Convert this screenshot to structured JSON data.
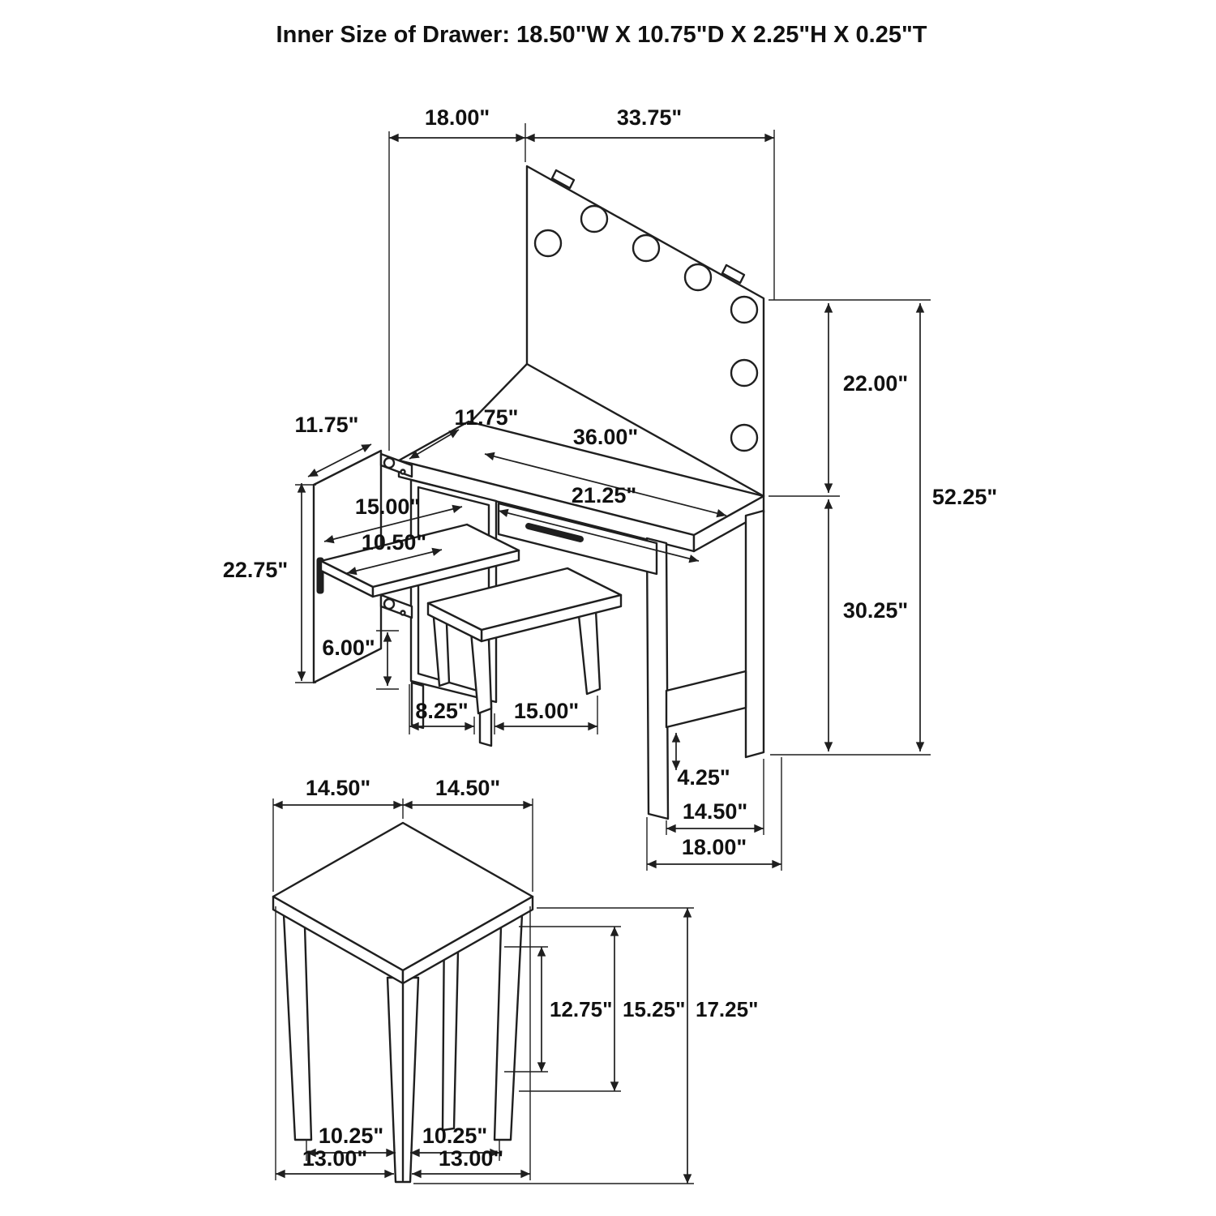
{
  "title": "Inner Size of Drawer: 18.50\"W X 10.75\"D X 2.25\"H X 0.25\"T",
  "vanity": {
    "top_left_width": "18.00\"",
    "mirror_width": "33.75\"",
    "mirror_height": "22.00\"",
    "total_height": "52.25\"",
    "desk_height": "30.25\"",
    "desktop_width": "36.00\"",
    "desk_depth": "11.75\"",
    "door_depth": "11.75\"",
    "drawer_width": "21.25\"",
    "shelf_width": "15.00\"",
    "shelf_opening": "10.50\"",
    "door_height": "22.75\"",
    "shelf_clearance": "6.00\"",
    "stool_offset": "8.25\"",
    "stool_width": "15.00\"",
    "stretcher_height": "4.25\"",
    "leg_spacing": "14.50\"",
    "side_width": "18.00\""
  },
  "stool": {
    "seat_left": "14.50\"",
    "seat_right": "14.50\"",
    "inner_height": "12.75\"",
    "seat_height": "15.25\"",
    "total_height": "17.25\"",
    "leg_left": "10.25\"",
    "leg_right": "10.25\"",
    "base_left": "13.00\"",
    "base_right": "13.00\""
  }
}
